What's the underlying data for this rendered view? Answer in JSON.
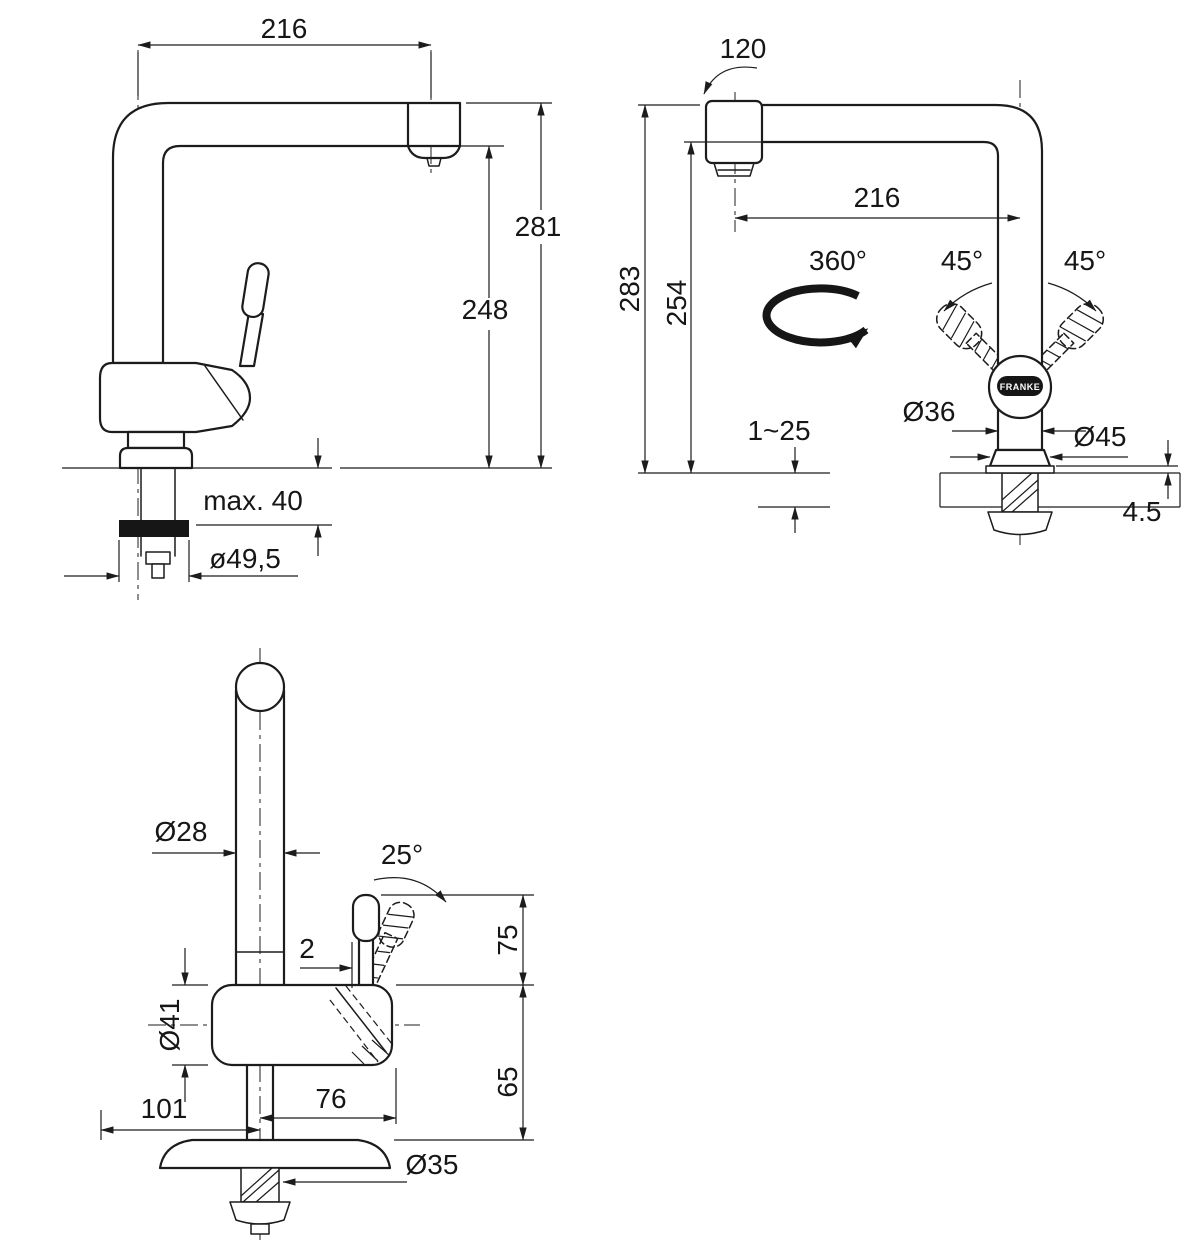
{
  "brand_badge": "FRANKE",
  "side_view": {
    "reach": "216",
    "total_height": "281",
    "spout_height": "248",
    "max_counter_thickness": "max. 40",
    "seal_diameter": "ø49,5"
  },
  "front_view": {
    "head_swivel": "120",
    "reach": "216",
    "total_height": "283",
    "spout_height": "254",
    "body_swivel": "360°",
    "lever_angle_left": "45°",
    "lever_angle_right": "45°",
    "tube_diameter": "Ø36",
    "mount_thickness_range": "1~25",
    "base_diameter": "Ø45",
    "plate_thickness": "4.5"
  },
  "rear_view": {
    "tube_diameter": "Ø28",
    "lever_angle": "25°",
    "lever_offset": "2",
    "lever_length": "75",
    "body_diameter": "Ø41",
    "body_height": "65",
    "lever_reach": "76",
    "side_clearance": "101",
    "shank_diameter": "Ø35"
  }
}
